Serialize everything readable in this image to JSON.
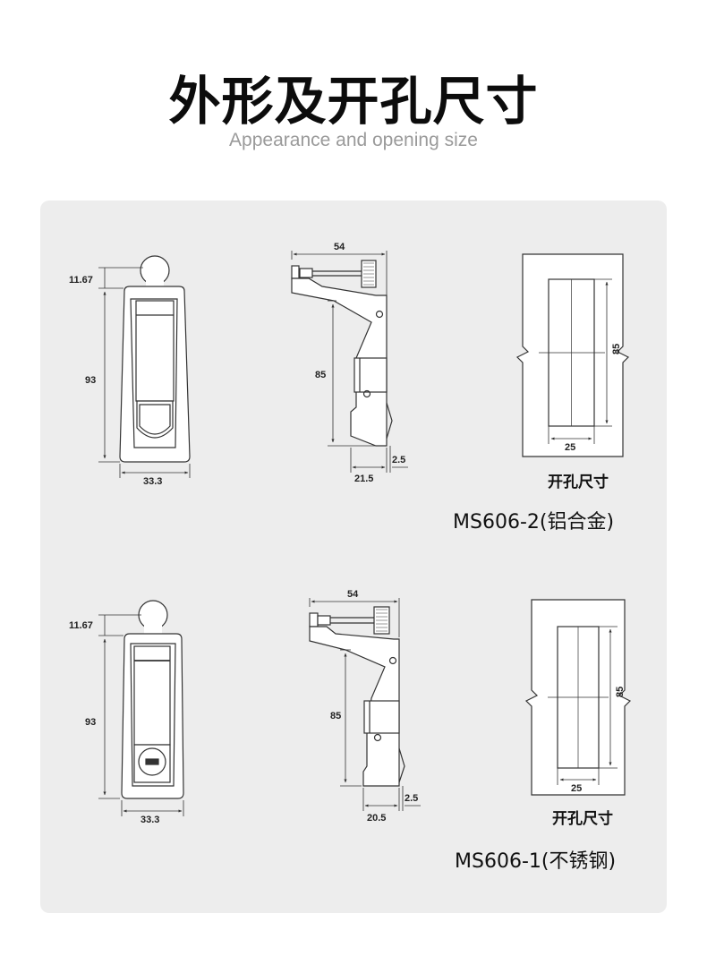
{
  "header": {
    "title": "外形及开孔尺寸",
    "subtitle": "Appearance and opening size"
  },
  "diagrams": [
    {
      "model": "MS606-2(铝合金)",
      "cutout_caption": "开孔尺寸",
      "front": {
        "top": "11.67",
        "height": "93",
        "width": "33.3"
      },
      "side": {
        "top": "54",
        "height": "85",
        "base": "21.5",
        "offset": "2.5"
      },
      "cutout": {
        "height": "85",
        "width": "25"
      }
    },
    {
      "model": "MS606-1(不锈钢)",
      "cutout_caption": "开孔尺寸",
      "front": {
        "top": "11.67",
        "height": "93",
        "width": "33.3"
      },
      "side": {
        "top": "54",
        "height": "85",
        "base": "20.5",
        "offset": "2.5"
      },
      "cutout": {
        "height": "85",
        "width": "25"
      }
    }
  ]
}
